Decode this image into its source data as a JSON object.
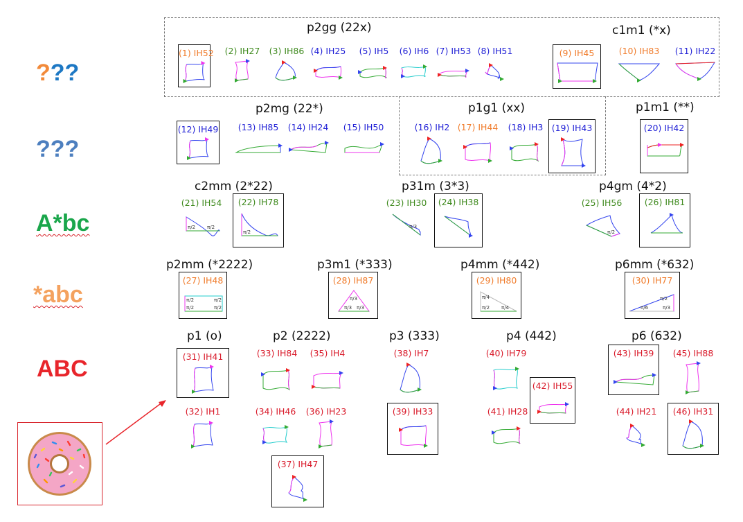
{
  "rows": [
    {
      "name": "row-orange",
      "parts": [
        {
          "t": "?",
          "c": "#f28a3a"
        },
        {
          "t": "??",
          "c": "#1d78c4"
        }
      ]
    },
    {
      "name": "row-blue",
      "parts": [
        {
          "t": "???",
          "c": "#4d7fbf"
        }
      ]
    },
    {
      "name": "row-green",
      "parts": [
        {
          "t": "A*bc",
          "c": "#1aa64b"
        }
      ]
    },
    {
      "name": "row-orange2",
      "parts": [
        {
          "t": "*abc",
          "c": "#f4a25f"
        }
      ]
    },
    {
      "name": "row-red",
      "parts": [
        {
          "t": "ABC",
          "c": "#e8252b"
        }
      ]
    }
  ],
  "groups": [
    {
      "id": "p2gg",
      "title": "p2gg (22x)"
    },
    {
      "id": "c1m1",
      "title": "c1m1 (*x)"
    },
    {
      "id": "p2mg",
      "title": "p2mg (22*)"
    },
    {
      "id": "p1g1",
      "title": "p1g1 (xx)"
    },
    {
      "id": "p1m1",
      "title": "p1m1 (**)"
    },
    {
      "id": "c2mm",
      "title": "c2mm (2*22)"
    },
    {
      "id": "p31m",
      "title": "p31m (3*3)"
    },
    {
      "id": "p4gm",
      "title": "p4gm (4*2)"
    },
    {
      "id": "p2mm",
      "title": "p2mm (*2222)"
    },
    {
      "id": "p3m1",
      "title": "p3m1 (*333)"
    },
    {
      "id": "p4mm",
      "title": "p4mm (*442)"
    },
    {
      "id": "p6mm",
      "title": "p6mm (*632)"
    },
    {
      "id": "p1",
      "title": "p1 (o)"
    },
    {
      "id": "p2",
      "title": "p2 (2222)"
    },
    {
      "id": "p3",
      "title": "p3 (333)"
    },
    {
      "id": "p4",
      "title": "p4 (442)"
    },
    {
      "id": "p6",
      "title": "p6 (632)"
    }
  ],
  "tiles": [
    {
      "label": "(1) IH52",
      "color": "#f07b2a"
    },
    {
      "label": "(2) IH27",
      "color": "#3f8a1e"
    },
    {
      "label": "(3) IH86",
      "color": "#3f8a1e"
    },
    {
      "label": "(4) IH25",
      "color": "#2121d6"
    },
    {
      "label": "(5) IH5",
      "color": "#2121d6"
    },
    {
      "label": "(6) IH6",
      "color": "#2121d6"
    },
    {
      "label": "(7) IH53",
      "color": "#2121d6"
    },
    {
      "label": "(8) IH51",
      "color": "#2121d6"
    },
    {
      "label": "(9) IH45",
      "color": "#f07b2a"
    },
    {
      "label": "(10) IH83",
      "color": "#f07b2a"
    },
    {
      "label": "(11) IH22",
      "color": "#2121d6"
    },
    {
      "label": "(12) IH49",
      "color": "#2121d6"
    },
    {
      "label": "(13) IH85",
      "color": "#2121d6"
    },
    {
      "label": "(14) IH24",
      "color": "#2121d6"
    },
    {
      "label": "(15) IH50",
      "color": "#2121d6"
    },
    {
      "label": "(16) IH2",
      "color": "#2121d6"
    },
    {
      "label": "(17) IH44",
      "color": "#f07b2a"
    },
    {
      "label": "(18) IH3",
      "color": "#2121d6"
    },
    {
      "label": "(19) IH43",
      "color": "#2121d6"
    },
    {
      "label": "(20) IH42",
      "color": "#2121d6"
    },
    {
      "label": "(21) IH54",
      "color": "#3f8a1e"
    },
    {
      "label": "(22) IH78",
      "color": "#3f8a1e"
    },
    {
      "label": "(23) IH30",
      "color": "#3f8a1e"
    },
    {
      "label": "(24) IH38",
      "color": "#3f8a1e"
    },
    {
      "label": "(25) IH56",
      "color": "#3f8a1e"
    },
    {
      "label": "(26) IH81",
      "color": "#3f8a1e"
    },
    {
      "label": "(27) IH48",
      "color": "#f07b2a"
    },
    {
      "label": "(28) IH87",
      "color": "#f07b2a"
    },
    {
      "label": "(29) IH80",
      "color": "#f07b2a"
    },
    {
      "label": "(30) IH77",
      "color": "#f07b2a"
    },
    {
      "label": "(31) IH41",
      "color": "#d91a2a"
    },
    {
      "label": "(32) IH1",
      "color": "#d91a2a"
    },
    {
      "label": "(33) IH84",
      "color": "#d91a2a"
    },
    {
      "label": "(34) IH46",
      "color": "#d91a2a"
    },
    {
      "label": "(35) IH4",
      "color": "#d91a2a"
    },
    {
      "label": "(36) IH23",
      "color": "#d91a2a"
    },
    {
      "label": "(37) IH47",
      "color": "#d91a2a"
    },
    {
      "label": "(38) IH7",
      "color": "#d91a2a"
    },
    {
      "label": "(39) IH33",
      "color": "#d91a2a"
    },
    {
      "label": "(40) IH79",
      "color": "#d91a2a"
    },
    {
      "label": "(41) IH28",
      "color": "#d91a2a"
    },
    {
      "label": "(42) IH55",
      "color": "#d91a2a"
    },
    {
      "label": "(43) IH39",
      "color": "#d91a2a"
    },
    {
      "label": "(44) IH21",
      "color": "#d91a2a"
    },
    {
      "label": "(45) IH88",
      "color": "#d91a2a"
    },
    {
      "label": "(46) IH31",
      "color": "#d91a2a"
    }
  ],
  "angles": {
    "pi2": "π/2",
    "pi3": "π/3",
    "pi4": "π/4",
    "pi6": "π/6"
  },
  "colors": {
    "blue": "#3344ee",
    "green": "#33aa33",
    "magenta": "#ee33ee",
    "red": "#ee2222",
    "cyan": "#22cccc",
    "arrow": "#e8252b"
  }
}
